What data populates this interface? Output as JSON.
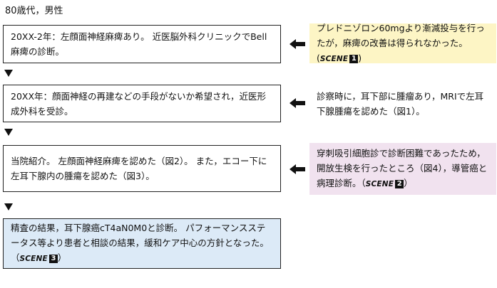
{
  "header": {
    "text": "80歳代，男性"
  },
  "steps": [
    {
      "box": {
        "text": "20XX-2年：左顔面神経麻痺あり。 近医脳外科クリニックでBell麻痺の診断。"
      },
      "note": {
        "text": "プレドニゾロン60mgより漸減投与を行ったが，麻痺の改善は得られなかった。(",
        "scene_label": "SCENE",
        "scene_number": "1",
        "closing": ")"
      }
    },
    {
      "box": {
        "text": "20XX年：顔面神経の再建などの手段がないか希望され，近医形成外科を受診。"
      },
      "note": {
        "text": "診察時に，耳下部に腫瘤あり，MRIで左耳下腺腫瘍を認めた（図1）。"
      }
    },
    {
      "box": {
        "text": "当院紹介。 左顔面神経麻痺を認めた（図2）。 また，エコー下に左耳下腺内の腫瘍を認めた（図3）。"
      },
      "note": {
        "text": "穿刺吸引細胞診で診断困難であったため，開放生検を行ったところ（図4），導管癌と病理診断。（",
        "scene_label": "SCENE",
        "scene_number": "2",
        "closing": "）"
      }
    },
    {
      "box": {
        "text": "精査の結果，耳下腺癌cT4aN0M0と診断。 パフォーマンスステータス等より患者と相談の結果，緩和ケア中心の方針となった。（",
        "scene_label": "SCENE",
        "scene_number": "3",
        "closing": "）"
      }
    }
  ],
  "colors": {
    "note_yellow": "#fdf5c5",
    "note_pink": "#f1e2ef",
    "final_box_blue": "#dceaf7",
    "border": "#222222",
    "arrow": "#111111"
  },
  "icons": {
    "down_arrow": "down-triangle-arrow",
    "left_arrow": "left-arrow"
  }
}
